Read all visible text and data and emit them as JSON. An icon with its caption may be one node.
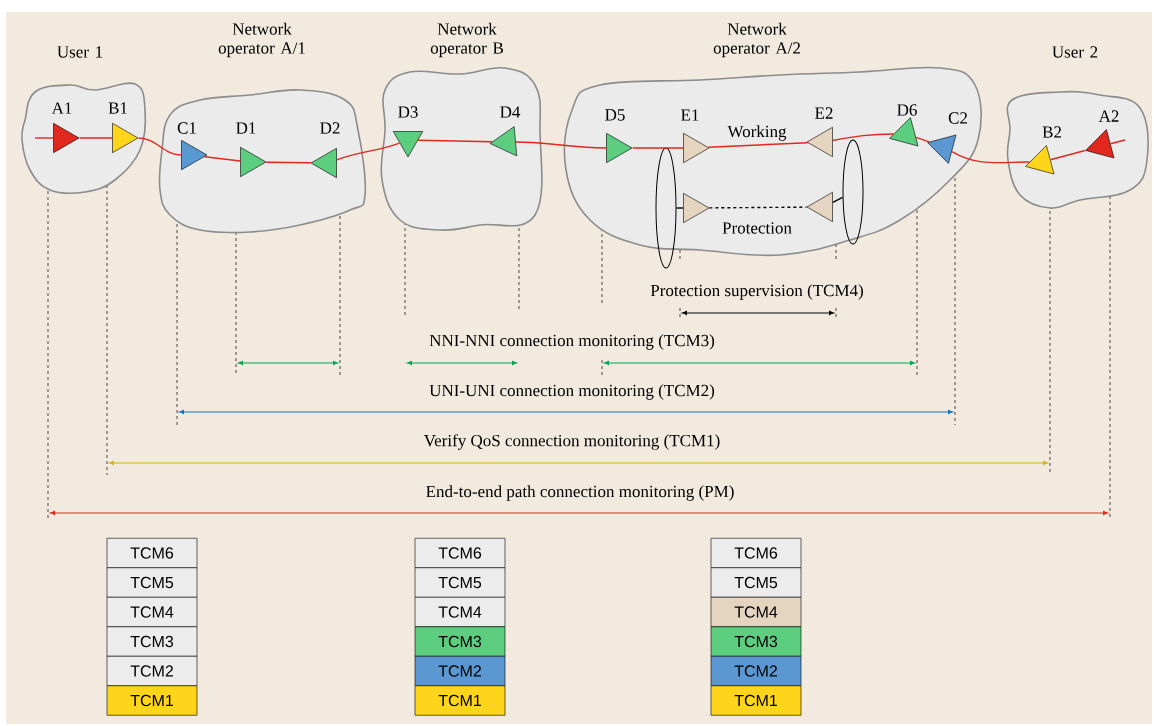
{
  "diagram": {
    "nodes": [
      {
        "text": [
          "User 1"
        ]
      },
      {
        "text": [
          "A1"
        ],
        "in": 0
      },
      {
        "text": [
          "B1"
        ],
        "in": 0
      },
      {
        "text": [
          "Network operator A/1"
        ]
      },
      {
        "text": [
          "C1"
        ],
        "in": 3
      },
      {
        "text": [
          "D1"
        ],
        "in": 3
      },
      {
        "text": [
          "D2"
        ],
        "in": 3
      },
      {
        "text": [
          "Network operator B"
        ]
      },
      {
        "text": [
          "D3"
        ],
        "in": 7
      },
      {
        "text": [
          "D4"
        ],
        "in": 7
      },
      {
        "text": [
          "Network operator A/2"
        ]
      },
      {
        "text": [
          "D5"
        ],
        "in": 10
      },
      {
        "text": [],
        "shape": "ellipse",
        "in": 10
      },
      {
        "text": [
          "E1"
        ],
        "in": 10
      },
      {
        "text": [
          "E2"
        ],
        "in": 10
      },
      {
        "text": [],
        "shape": "ellipse",
        "in": 10
      },
      {
        "text": [],
        "shape": "triangle",
        "in": 10
      },
      {
        "text": [],
        "shape": "triangle",
        "in": 10
      },
      {
        "text": [
          "D6"
        ],
        "in": 10
      },
      {
        "text": [
          "C2"
        ],
        "in": 10
      },
      {
        "text": [
          "User 2"
        ]
      },
      {
        "text": [
          "B2"
        ],
        "in": 20
      },
      {
        "text": [
          "A2"
        ],
        "in": 20
      },
      {
        "text": [
          "TCM6"
        ]
      },
      {
        "text": [
          "TCM5"
        ]
      },
      {
        "text": [
          "TCM4"
        ]
      },
      {
        "text": [
          "TCM3"
        ]
      },
      {
        "text": [
          "TCM2"
        ]
      },
      {
        "text": [
          "TCM1"
        ]
      },
      {
        "text": [
          "TCM6"
        ]
      },
      {
        "text": [
          "TCM5"
        ]
      },
      {
        "text": [
          "TCM4"
        ]
      },
      {
        "text": [
          "TCM3"
        ]
      },
      {
        "text": [
          "TCM2"
        ]
      },
      {
        "text": [
          "TCM1"
        ]
      },
      {
        "text": [
          "TCM6"
        ]
      },
      {
        "text": [
          "TCM5"
        ]
      },
      {
        "text": [
          "TCM4"
        ]
      },
      {
        "text": [
          "TCM3"
        ]
      },
      {
        "text": [
          "TCM2"
        ]
      },
      {
        "text": [
          "TCM1"
        ]
      }
    ],
    "edges": [
      {
        "from": null,
        "to": 1,
        "arrow": "none"
      },
      {
        "from": 1,
        "to": 2,
        "arrow": "none"
      },
      {
        "from": 2,
        "to": 4,
        "arrow": "none"
      },
      {
        "from": 4,
        "to": 5,
        "arrow": "none"
      },
      {
        "from": 5,
        "to": 6,
        "arrow": "none"
      },
      {
        "from": 6,
        "to": 8,
        "arrow": "none"
      },
      {
        "from": 8,
        "to": 9,
        "arrow": "none"
      },
      {
        "from": 9,
        "to": 11,
        "arrow": "none"
      },
      {
        "from": 11,
        "to": 13,
        "arrow": "none"
      },
      {
        "from": 13,
        "to": 14,
        "arrow": "none",
        "label": "Working"
      },
      {
        "from": 14,
        "to": 18,
        "arrow": "none"
      },
      {
        "from": 18,
        "to": 19,
        "arrow": "none"
      },
      {
        "from": 19,
        "to": 21,
        "arrow": "none"
      },
      {
        "from": 21,
        "to": 22,
        "arrow": "none"
      },
      {
        "from": 22,
        "to": null,
        "arrow": "none"
      },
      {
        "from": 12,
        "to": 16,
        "arrow": "none",
        "color": "#000000"
      },
      {
        "from": 16,
        "to": 17,
        "arrow": "none",
        "label": "Protection",
        "style": "dashed",
        "color": "#000000"
      },
      {
        "from": 17,
        "to": 15,
        "arrow": "none",
        "color": "#000000"
      }
    ],
    "labels": [
      "Protection supervision (TCM4)",
      "NNI-NNI connection monitoring (TCM3)",
      "UNI-UNI connection monitoring (TCM2)",
      "Verify QoS connection monitoring (TCM1)",
      "End-to-end path connection monitoring (PM)"
    ]
  }
}
